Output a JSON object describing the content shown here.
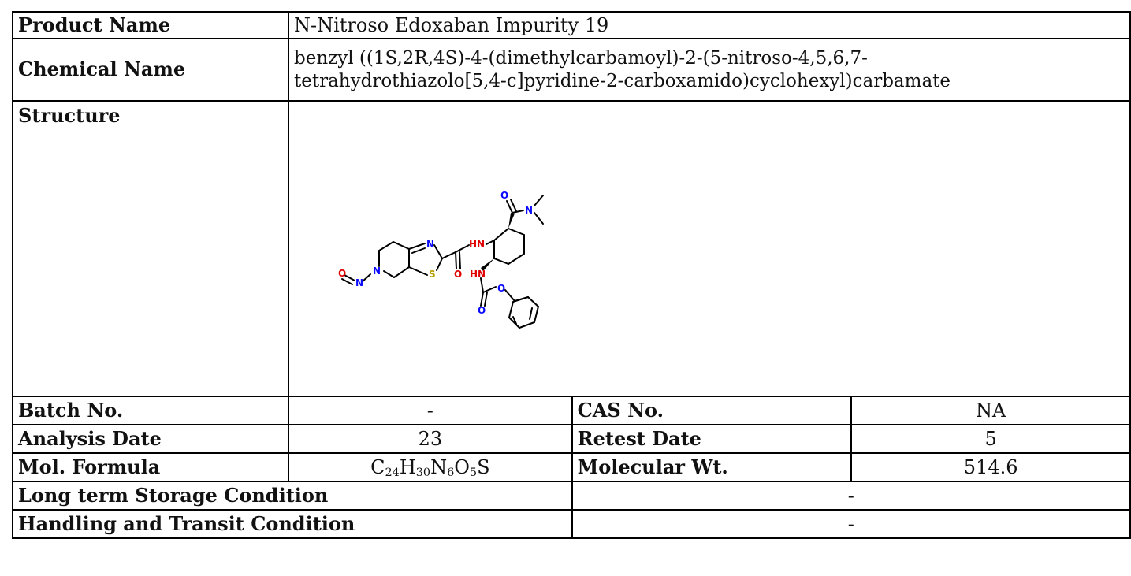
{
  "product": {
    "label": "Product Name",
    "value": "N-Nitroso Edoxaban Impurity 19"
  },
  "chemical": {
    "label": "Chemical Name",
    "line1": "benzyl ((1S,2R,4S)-4-(dimethylcarbamoyl)-2-(5-nitroso-4,5,6,7-",
    "line2": "tetrahydrothiazolo[5,4-c]pyridine-2-carboxamido)cyclohexyl)carbamate"
  },
  "structure": {
    "label": "Structure",
    "atoms": {
      "o_nitroso": "O",
      "n_ring": "N",
      "n_thiazole": "N",
      "s_thiazole": "S",
      "o_amide": "O",
      "hn_top": "HN",
      "hn_bottom": "HN",
      "o_top": "O",
      "n_dimethyl": "N",
      "o_carbamate_ether": "O",
      "o_carbamate_carbonyl": "O"
    },
    "colors": {
      "nitrogen": "#0a0aff",
      "oxygen": "#e00000",
      "sulfur": "#b8a000",
      "bond": "#000000"
    }
  },
  "batch": {
    "label": "Batch No.",
    "value": "-"
  },
  "cas": {
    "label": "CAS No.",
    "value": "NA"
  },
  "analysis_date": {
    "label": "Analysis Date",
    "value": "23"
  },
  "retest_date": {
    "label": "Retest Date",
    "value": "5"
  },
  "mol_formula": {
    "label": "Mol. Formula",
    "parts": {
      "c": "C",
      "c_n": "24",
      "h": "H",
      "h_n": "30",
      "n": "N",
      "n_n": "6",
      "o": "O",
      "o_n": "5",
      "s": "S"
    }
  },
  "mol_weight": {
    "label": "Molecular Wt.",
    "value": "514.6"
  },
  "storage": {
    "label": "Long term Storage Condition",
    "value": "-"
  },
  "handling": {
    "label": "Handling and Transit Condition",
    "value": "-"
  }
}
